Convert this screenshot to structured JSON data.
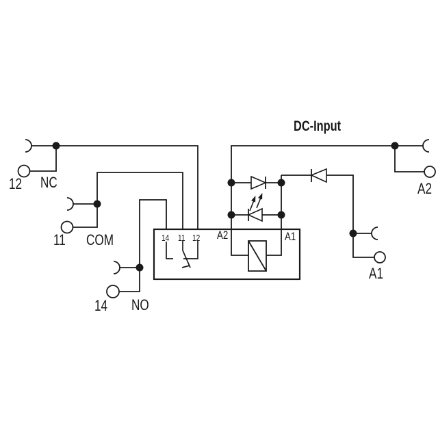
{
  "colors": {
    "ink": "#1a1a1a",
    "background": "#ffffff"
  },
  "header": {
    "dc_input_label": "DC-Input"
  },
  "terminals": {
    "t12": {
      "number": "12",
      "function": "NC"
    },
    "t11": {
      "number": "11",
      "function": "COM"
    },
    "t14": {
      "number": "14",
      "function": "NO"
    },
    "a2": {
      "number": "A2"
    },
    "a1": {
      "number": "A1"
    }
  },
  "relay_box": {
    "contact_14": "14",
    "contact_11": "11",
    "contact_12": "12",
    "coil_a2": "A2",
    "coil_a1": "A1"
  }
}
